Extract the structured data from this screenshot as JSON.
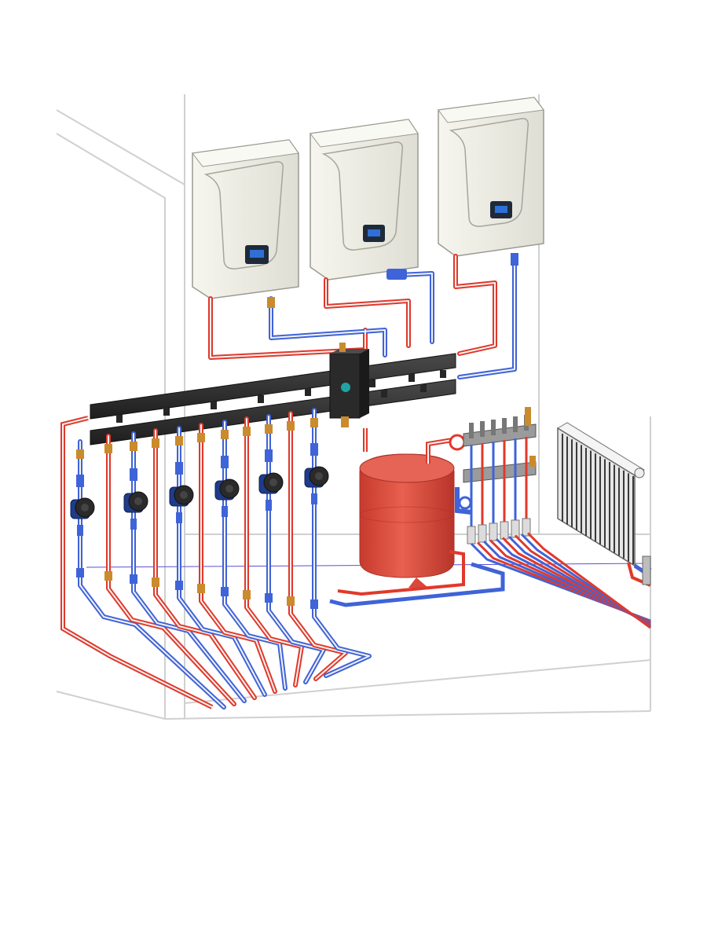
{
  "scene": {
    "colors": {
      "background": "#ffffff",
      "wall_line": "#cfcfcf",
      "boiler_body": "#eeeee4",
      "boiler_edge": "#9a9a92",
      "display_frame": "#1e2a3a",
      "display_screen": "#2f6fd6",
      "hot_pipe": "#e0392b",
      "cold_pipe": "#3f63d8",
      "pipe_core": "#f2f2f2",
      "manifold": "#2e2e2e",
      "pump_body": "#1e3c8a",
      "expansion_tank": "#d9483a",
      "brass": "#c98b2c",
      "radiator": "#e6e6e6",
      "floor_manifold": "#9b9b9b"
    },
    "components": {
      "boilers": [
        {
          "name": "boiler-left",
          "icon": "wall-boiler-icon"
        },
        {
          "name": "boiler-center",
          "icon": "wall-boiler-icon"
        },
        {
          "name": "boiler-right",
          "icon": "wall-boiler-icon"
        }
      ],
      "hydraulic_separator": {
        "icon": "hydraulic-separator-icon"
      },
      "distribution_manifold": {
        "icon": "manifold-icon"
      },
      "pumps": [
        {
          "name": "pump-1"
        },
        {
          "name": "pump-2"
        },
        {
          "name": "pump-3"
        },
        {
          "name": "pump-4"
        },
        {
          "name": "pump-5"
        },
        {
          "name": "pump-6"
        }
      ],
      "expansion_tank": {
        "icon": "expansion-tank-icon"
      },
      "underfloor_manifold": {
        "icon": "underfloor-manifold-icon"
      },
      "radiator": {
        "icon": "radiator-icon"
      }
    }
  }
}
